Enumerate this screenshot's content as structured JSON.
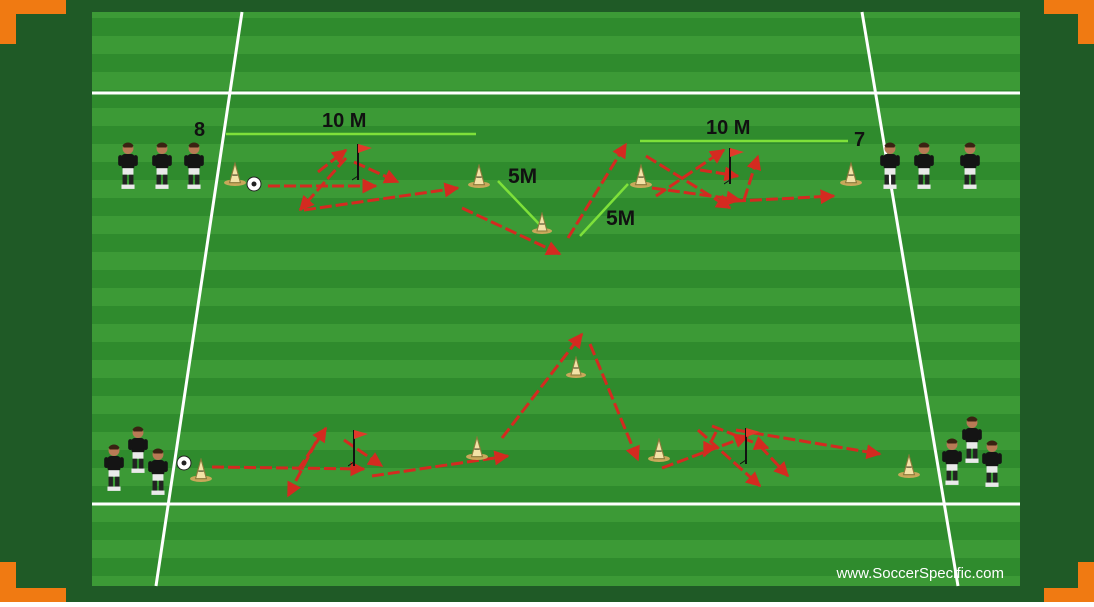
{
  "diagram": {
    "labels": {
      "group_top_left": "8",
      "group_top_right": "7",
      "distance_left": "10 M",
      "distance_right": "10 M",
      "diagonal_left": "5M",
      "diagonal_right": "5M"
    },
    "watermark": "www.SoccerSpecific.com",
    "colors": {
      "frame": "#1f5a26",
      "pitch_light": "#3c9a36",
      "pitch_dark": "#2e8a2c",
      "corner": "#f07a12",
      "line": "#ffffff",
      "measure": "#7ee13a",
      "arrow": "#d42a20",
      "cone": "#f3e2a6",
      "flag": "#e03a2a"
    }
  }
}
